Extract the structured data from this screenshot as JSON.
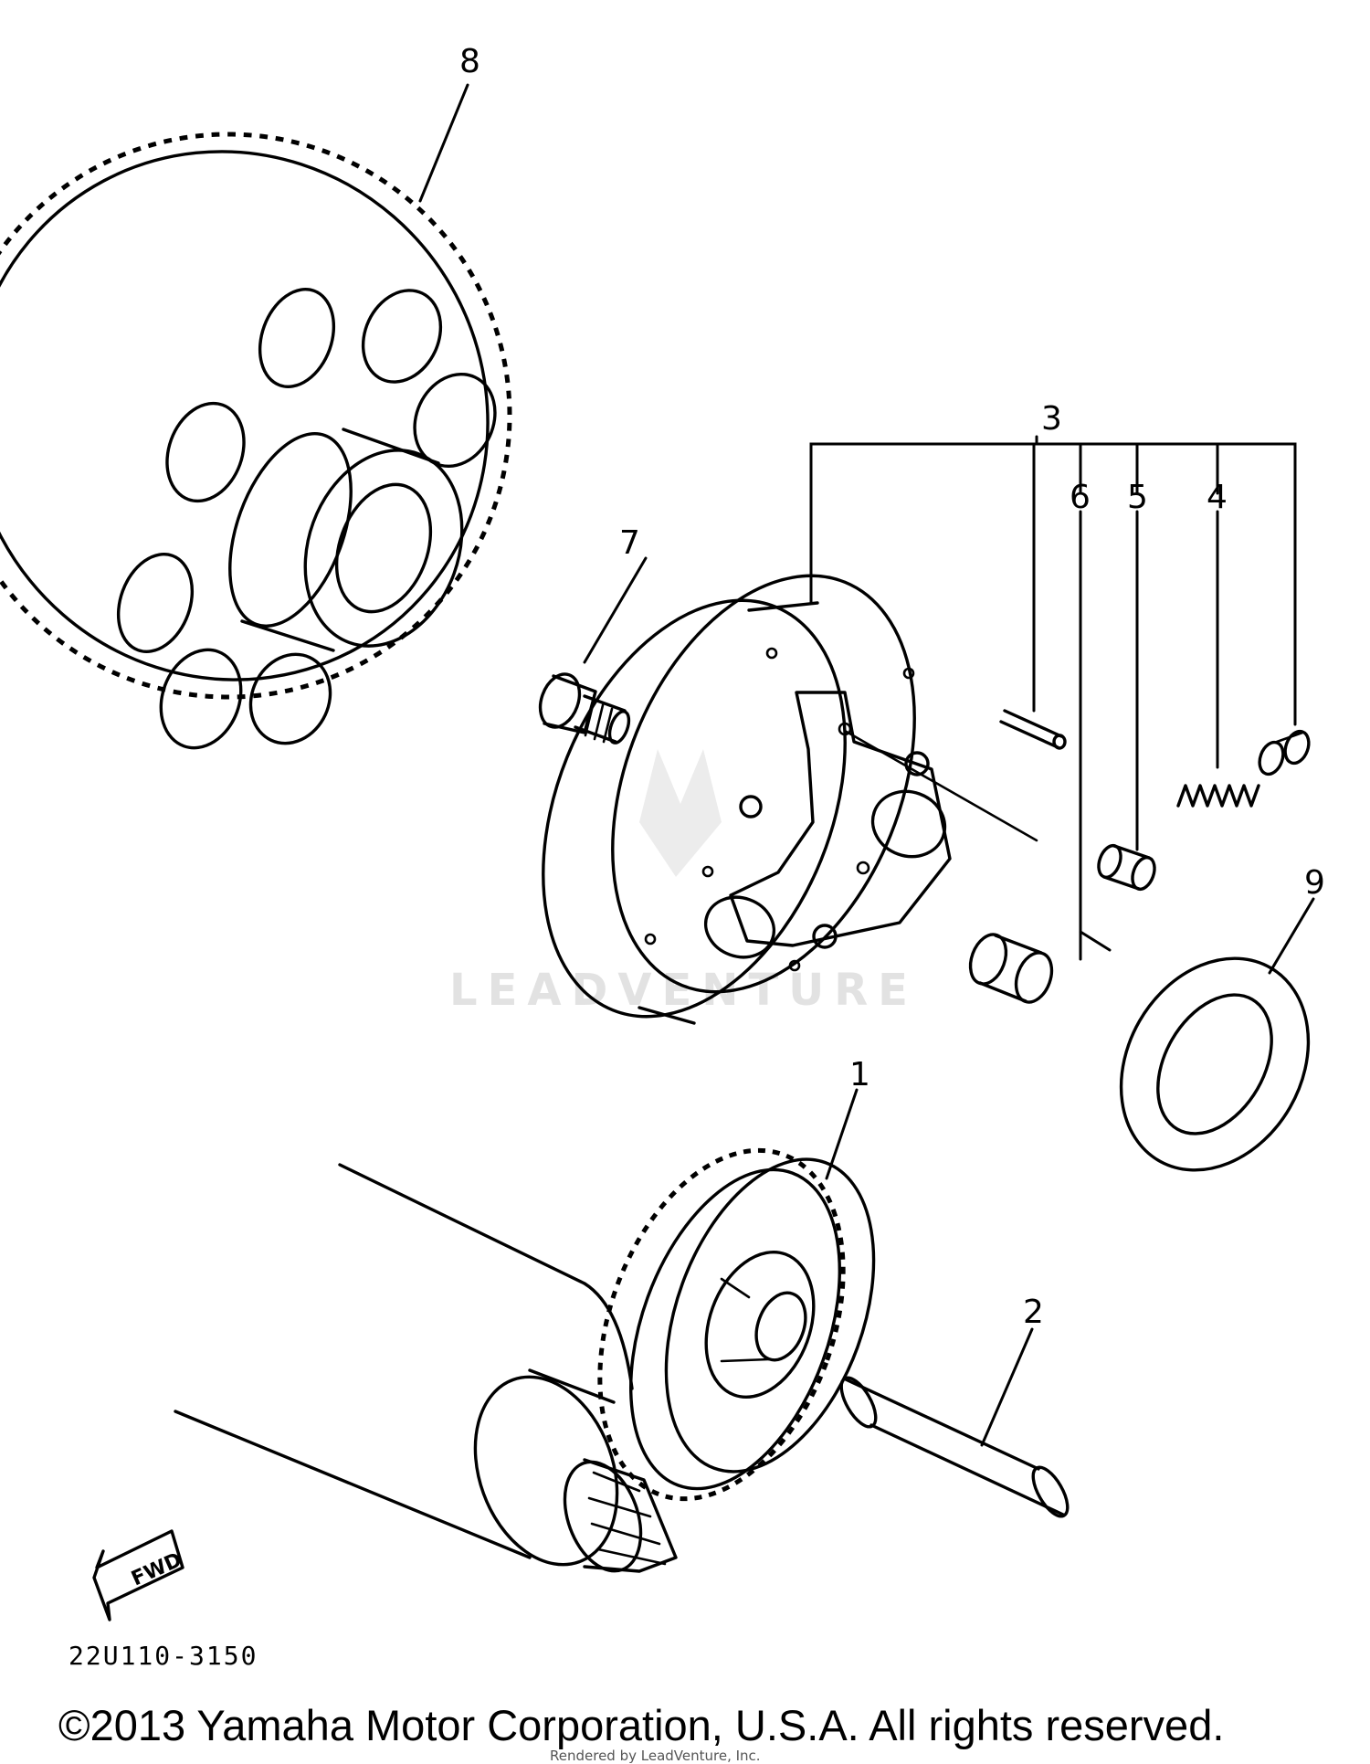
{
  "diagram": {
    "callouts": [
      {
        "id": "1",
        "text": "1"
      },
      {
        "id": "2",
        "text": "2"
      },
      {
        "id": "3",
        "text": "3"
      },
      {
        "id": "4",
        "text": "4"
      },
      {
        "id": "5",
        "text": "5"
      },
      {
        "id": "6",
        "text": "6"
      },
      {
        "id": "7",
        "text": "7"
      },
      {
        "id": "8",
        "text": "8"
      },
      {
        "id": "9",
        "text": "9"
      }
    ],
    "fwd_label": "FWD",
    "figure_code": "22U110-3150",
    "watermark": "LEADVENTURE",
    "copyright": "©2013 Yamaha Motor Corporation, U.S.A. All rights reserved.",
    "credit": "Rendered by LeadVenture, Inc."
  }
}
